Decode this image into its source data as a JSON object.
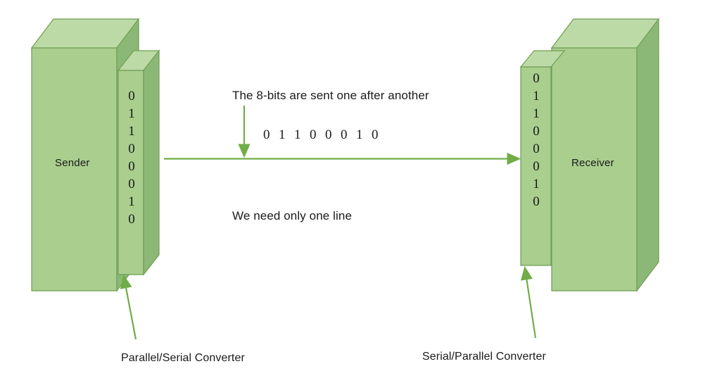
{
  "diagram": {
    "title_hidden": "Serial transmission between sender and receiver",
    "background": "#ffffff",
    "colors": {
      "box_front": "#a9ce8e",
      "box_top": "#bcdaa6",
      "box_side": "#8cb877",
      "box_stroke": "#6f9e54",
      "arrow": "#70ad47",
      "text": "#1a1a1a"
    }
  },
  "sender": {
    "label": "Sender",
    "converter_caption": "Parallel/Serial Converter",
    "bits": [
      "0",
      "1",
      "1",
      "0",
      "0",
      "0",
      "1",
      "0"
    ]
  },
  "receiver": {
    "label": "Receiver",
    "converter_caption": "Serial/Parallel Converter",
    "bits": [
      "0",
      "1",
      "1",
      "0",
      "0",
      "0",
      "1",
      "0"
    ]
  },
  "notes": {
    "top_note": "The 8-bits are sent one after another",
    "bottom_note": "We need only one line",
    "serial_stream": "0  1  1  0  0  0  1  0"
  }
}
